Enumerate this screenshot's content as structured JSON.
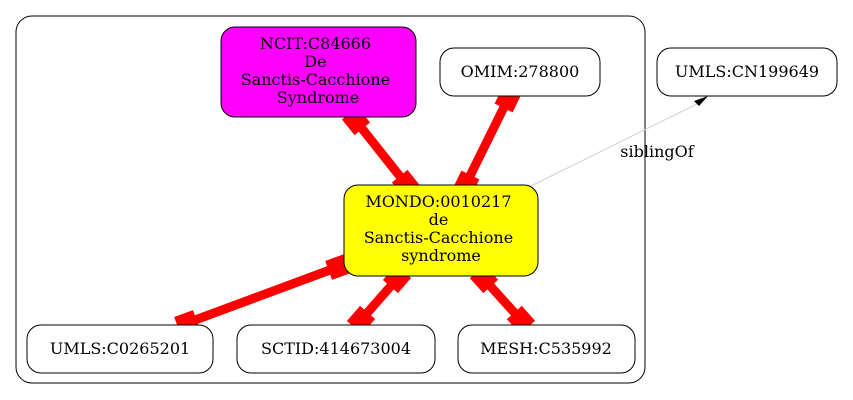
{
  "colors": {
    "background": "#ffffff",
    "cluster_border": "#000000",
    "node_border": "#000000",
    "node_default_fill": "#ffffff",
    "ncit_fill": "#ff00ff",
    "mondo_fill": "#ffff00",
    "equivalent_edge": "#ff0000",
    "sibling_edge": "#d3d3d3",
    "arrowhead": "#000000"
  },
  "nodes": {
    "ncit": {
      "lines": [
        "NCIT:C84666",
        "De",
        "Sanctis-Cacchione",
        "Syndrome"
      ]
    },
    "omim": {
      "lines": [
        "OMIM:278800"
      ]
    },
    "umls_cn": {
      "lines": [
        "UMLS:CN199649"
      ]
    },
    "mondo": {
      "lines": [
        "MONDO:0010217",
        "de",
        "Sanctis-Cacchione",
        "syndrome"
      ]
    },
    "umls_c": {
      "lines": [
        "UMLS:C0265201"
      ]
    },
    "sctid": {
      "lines": [
        "SCTID:414673004"
      ]
    },
    "mesh": {
      "lines": [
        "MESH:C535992"
      ]
    }
  },
  "edges": {
    "sibling_label": "siblingOf"
  }
}
